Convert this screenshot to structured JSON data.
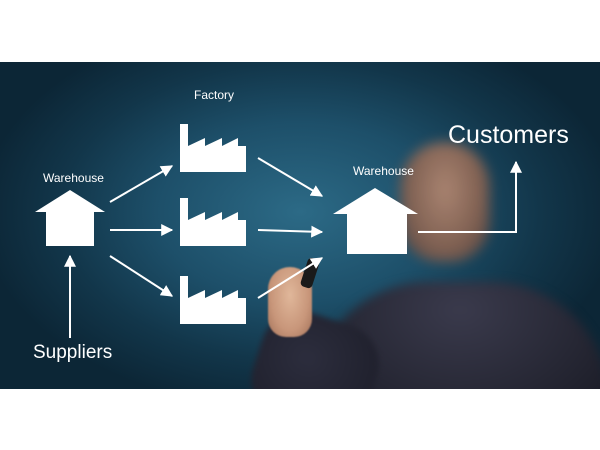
{
  "diagram": {
    "nodes": {
      "factory_label": "Factory",
      "warehouse_left_label": "Warehouse",
      "warehouse_right_label": "Warehouse",
      "suppliers_label": "Suppliers",
      "customers_label": "Customers"
    },
    "line_color": "#ffffff",
    "icon_color": "#ffffff"
  },
  "icons": [
    "warehouse-icon",
    "factory-icon",
    "arrow-icon"
  ]
}
